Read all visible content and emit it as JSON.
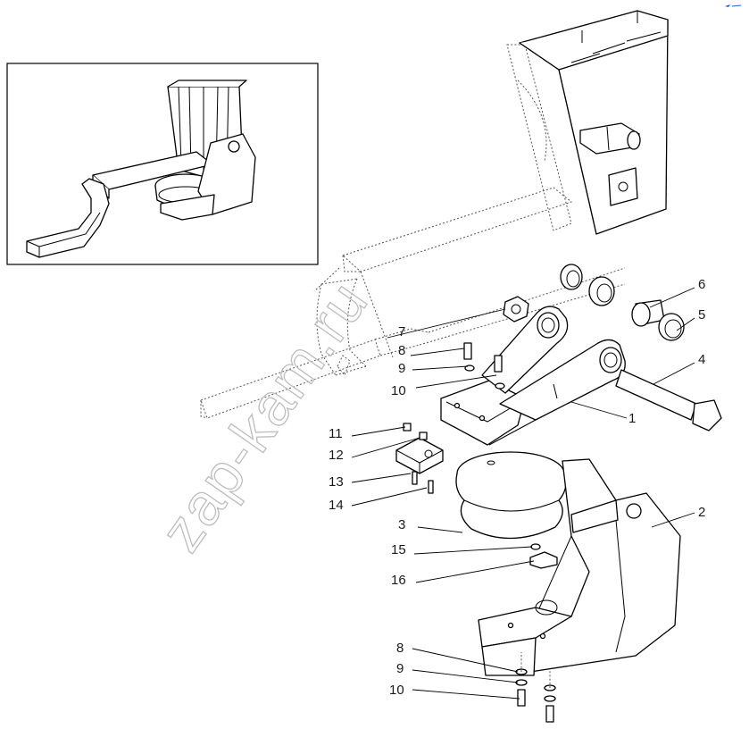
{
  "watermark": {
    "text": "zap-kam.ru"
  },
  "callouts": {
    "c1": "1",
    "c2": "2",
    "c3": "3",
    "c4": "4",
    "c5": "5",
    "c6": "6",
    "c7": "7",
    "c8a": "8",
    "c9a": "9",
    "c10a": "10",
    "c11": "11",
    "c12": "12",
    "c13": "13",
    "c14": "14",
    "c15": "15",
    "c16": "16",
    "c8b": "8",
    "c9b": "9",
    "c10b": "10"
  },
  "icons": {
    "corner_mark": "blue-mark-icon"
  },
  "colors": {
    "line": "#000000",
    "watermark": "#bdbdbd",
    "corner_mark": "#1e5bd6"
  }
}
